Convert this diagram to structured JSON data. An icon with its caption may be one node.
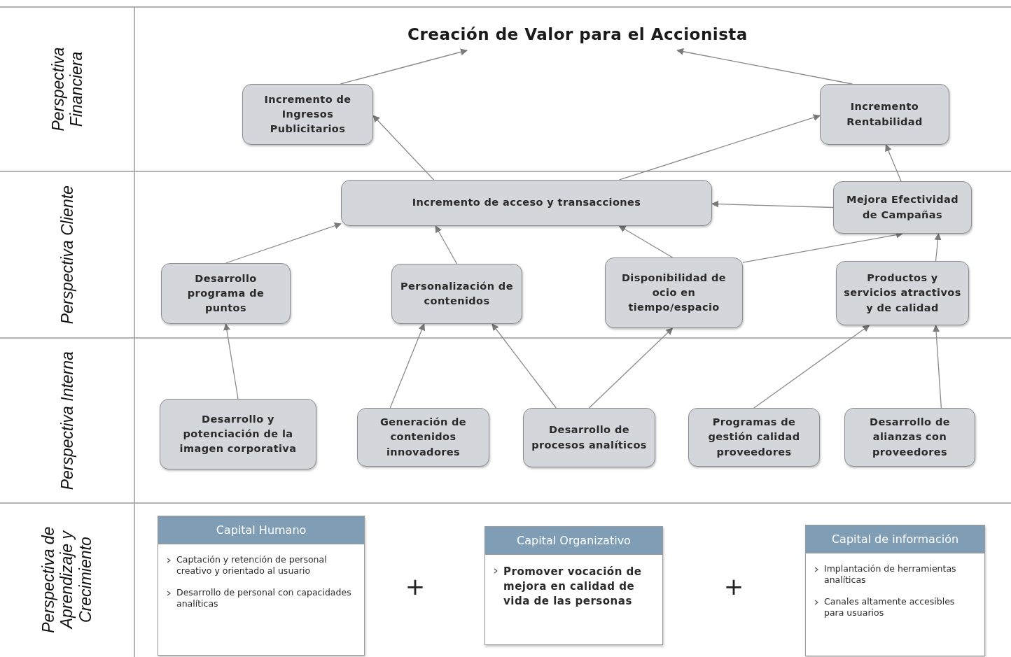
{
  "diagram": {
    "nodes": [
      {
        "text": [
          "Creación de Valor para el Accionista"
        ]
      },
      {
        "text": [
          "Incremento de Ingresos Publicitarios"
        ]
      },
      {
        "text": [
          "Incremento Rentabilidad"
        ]
      },
      {
        "text": [
          "Incremento de acceso y transacciones"
        ]
      },
      {
        "text": [
          "Mejora Efectividad de Campañas"
        ]
      },
      {
        "text": [
          "Desarrollo programa de puntos"
        ]
      },
      {
        "text": [
          "Personalización de contenidos"
        ]
      },
      {
        "text": [
          "Disponibilidad de ocio en tiempo/espacio"
        ]
      },
      {
        "text": [
          "Productos y servicios atractivos y de calidad"
        ]
      },
      {
        "text": [
          "Desarrollo y potenciación de la imagen corporativa"
        ]
      },
      {
        "text": [
          "Generación de contenidos innovadores"
        ]
      },
      {
        "text": [
          "Desarrollo de procesos analíticos"
        ]
      },
      {
        "text": [
          "Programas de gestión calidad proveedores"
        ]
      },
      {
        "text": [
          "Desarrollo de alianzas con proveedores"
        ]
      },
      {
        "text": [
          "Capital Humano",
          "Captación y retención de personal creativo y orientado al usuario",
          "Desarrollo de personal con capacidades analíticas"
        ]
      },
      {
        "text": [
          "Capital Organizativo",
          "Promover vocación de mejora en calidad de vida de las personas"
        ]
      },
      {
        "text": [
          "Capital de información",
          "Implantación de herramientas analíticas",
          "Canales altamente accesibles para usuarios"
        ]
      }
    ],
    "edges": [
      {
        "from": 1,
        "to": 0,
        "arrow": "to"
      },
      {
        "from": 2,
        "to": 0,
        "arrow": "to"
      },
      {
        "from": 3,
        "to": 1,
        "arrow": "to"
      },
      {
        "from": 3,
        "to": 2,
        "arrow": "to"
      },
      {
        "from": 4,
        "to": 2,
        "arrow": "to"
      },
      {
        "from": 4,
        "to": 3,
        "arrow": "to"
      },
      {
        "from": 5,
        "to": 3,
        "arrow": "to"
      },
      {
        "from": 6,
        "to": 3,
        "arrow": "to"
      },
      {
        "from": 7,
        "to": 3,
        "arrow": "to"
      },
      {
        "from": 7,
        "to": 4,
        "arrow": "to"
      },
      {
        "from": 8,
        "to": 4,
        "arrow": "to"
      },
      {
        "from": 9,
        "to": 5,
        "arrow": "to"
      },
      {
        "from": 10,
        "to": 6,
        "arrow": "to"
      },
      {
        "from": 11,
        "to": 6,
        "arrow": "to"
      },
      {
        "from": 11,
        "to": 7,
        "arrow": "to"
      },
      {
        "from": 12,
        "to": 8,
        "arrow": "to"
      },
      {
        "from": 13,
        "to": 8,
        "arrow": "to"
      }
    ],
    "labels": [
      "Perspectiva Financiera",
      "Perspectiva Cliente",
      "Perspectiva Interna",
      "Perspectiva de Aprendizaje y Crecimiento",
      "+",
      "+"
    ]
  }
}
